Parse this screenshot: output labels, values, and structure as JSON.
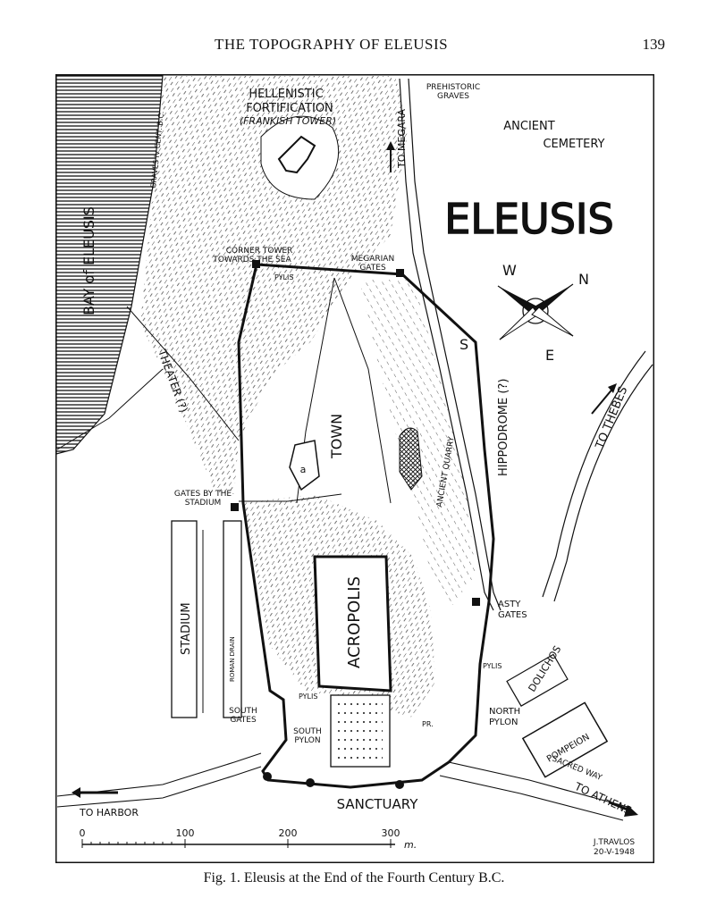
{
  "header": {
    "title": "THE TOPOGRAPHY OF ELEUSIS",
    "page_number": "139"
  },
  "map": {
    "title": "ELEUSIS",
    "labels": {
      "bay": "BAY of ELEUSIS",
      "hellenistic": "HELLENISTIC",
      "fortification": "FORTIFICATION",
      "frankish": "(FRANKISH TOWER)",
      "graves_iv": "GRAVES IV CENT. B.C.",
      "to_megara": "TO MEGARA",
      "prehistoric": "PREHISTORIC",
      "graves": "GRAVES",
      "ancient": "ANCIENT",
      "cemetery": "CEMETERY",
      "corner_tower": "CORNER TOWER",
      "towards_sea": "TOWARDS THE SEA",
      "megarian": "MEGARIAN",
      "gates": "GATES",
      "pylis": "PYLIS",
      "theater": "THEATER (?)",
      "hippodrome": "HIPPODROME (?)",
      "town": "TOWN",
      "a": "a",
      "ancient_quarry": "ANCIENT QUARRY",
      "to_thebes": "TO THEBES",
      "gates_by": "GATES BY THE",
      "stadium_lbl": "STADIUM",
      "stadium": "STADIUM",
      "roman_drain": "ROMAN DRAIN",
      "acropolis": "ACROPOLIS",
      "asty": "ASTY",
      "dolichos": "DOLICHOS",
      "south": "SOUTH",
      "pylon": "PYLON",
      "north": "NORTH",
      "pompeion": "POMPEION",
      "pr": "PR.",
      "sacred_way": "SACRED WAY",
      "to_athens": "TO ATHENS",
      "sanctuary": "SANCTUARY",
      "to_harbor": "TO HARBOR",
      "author": "J.TRAVLOS",
      "date": "20-V-1948"
    },
    "compass": {
      "W": "W",
      "N": "N",
      "S": "S",
      "E": "E"
    },
    "scale": {
      "ticks": [
        "0",
        "100",
        "200",
        "300"
      ],
      "unit": "m."
    }
  },
  "caption": "Fig. 1.  Eleusis at the End of the Fourth Century B.C."
}
